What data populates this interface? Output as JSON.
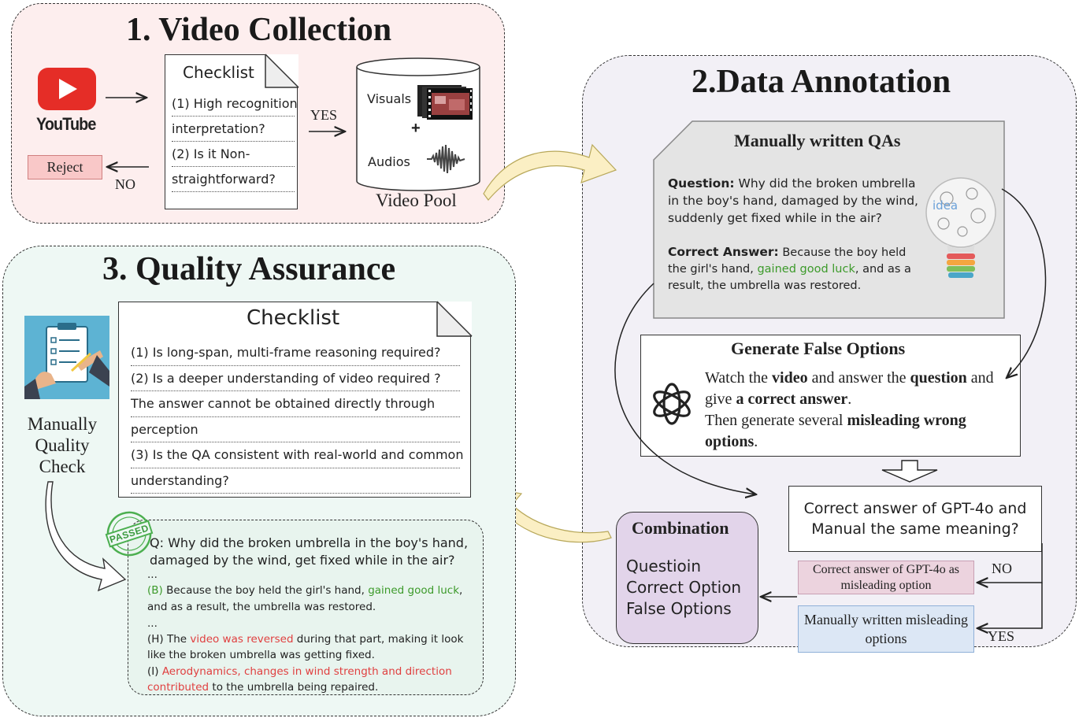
{
  "video_collection": {
    "title": "1. Video Collection",
    "youtube_label": "YouTube",
    "checklist_title": "Checklist",
    "checklist_items": [
      "(1) High recognition",
      "interpretation?",
      "(2) Is it Non-",
      "straightforward?"
    ],
    "yes_label": "YES",
    "no_label": "NO",
    "reject_label": "Reject",
    "visuals_label": "Visuals",
    "plus_label": "+",
    "audios_label": "Audios",
    "video_pool_label": "Video Pool"
  },
  "data_annotation": {
    "title": "2.Data Annotation",
    "qa_title": "Manually written QAs",
    "question_label": "Question:",
    "question_text": " Why did the broken umbrella in the boy's hand, damaged by the wind, suddenly get fixed while in the air?",
    "answer_label": "Correct Answer:",
    "answer_pre": " Because the boy held the girl's hand, ",
    "answer_highlight": "gained good luck",
    "answer_post": ", and as a result, the umbrella was restored.",
    "idea_label": "idea",
    "gen_title": "Generate False Options",
    "gen_t1": "Watch the ",
    "gen_b1": "video",
    "gen_t2": " and answer the ",
    "gen_b2": "question",
    "gen_t3": " and give ",
    "gen_b3": "a correct answer",
    "gen_t4": ".",
    "gen_t5": "Then generate several ",
    "gen_b4": "misleading wrong options",
    "gen_t6": ".",
    "compare_text": "Correct answer of GPT-4o and Manual the same meaning?",
    "gpt_misleading": "Correct answer of GPT-4o as misleading option",
    "manual_misleading": "Manually written misleading options",
    "no_label": "NO",
    "yes_label": "YES",
    "combination_title": "Combination",
    "combination_items": [
      "Questioin",
      "Correct Option",
      "False Options"
    ],
    "colors": {
      "combination_bg": "#e2d4ea",
      "gpt_bg": "#ecd3de",
      "manual_bg": "#dce7f5",
      "qa_bg": "#e4e4e4"
    }
  },
  "quality_assurance": {
    "title": "3. Quality Assurance",
    "checklist_title": "Checklist",
    "checklist_items": [
      "(1) Is long-span, multi-frame reasoning required?",
      "(2) Is a deeper understanding of video required ?",
      "The answer cannot be obtained directly through",
      "perception",
      "(3) Is the QA consistent with real-world and common",
      "understanding?"
    ],
    "manual_check_lines": [
      "Manually",
      "Quality",
      "Check"
    ],
    "stamp_text": "PASSED",
    "q_text": "Q: Why did the broken umbrella in the boy's hand, damaged by the wind, get fixed while in the air?",
    "ellipsis": "...",
    "opt_b_label": "(B)",
    "opt_b_pre": " Because the boy held the girl's hand, ",
    "opt_b_highlight": "gained good luck",
    "opt_b_post": ", and as a result, the umbrella was restored.",
    "opt_h_label": "(H) The ",
    "opt_h_highlight": "video was reversed",
    "opt_h_post": " during that part, making it look like the broken umbrella was getting fixed.",
    "opt_i_label": "(I) ",
    "opt_i_highlight": "Aerodynamics, changes in wind strength and direction contributed",
    "opt_i_post": " to the umbrella being repaired."
  }
}
